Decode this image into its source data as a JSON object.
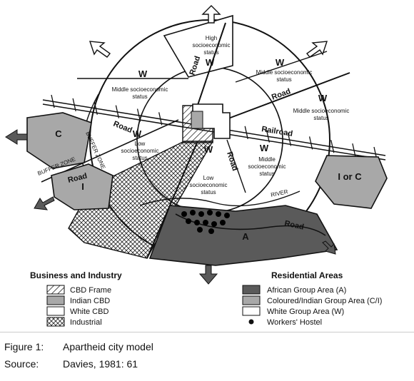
{
  "figure": {
    "caption_label": "Figure 1:",
    "caption_text": "Apartheid city model",
    "source_label": "Source:",
    "source_text": "Davies, 1981: 61"
  },
  "map": {
    "zones": {
      "w_north": "W",
      "w_north_status": "High socioeconomic status",
      "w_northeast": "W",
      "w_northeast_status": "Middle socioeconomic status",
      "w_east": "W",
      "w_east_status": "Middle socioeconomic status",
      "w_northwest": "W",
      "w_northwest_status": "Middle socioeconomic status",
      "w_west": "W",
      "w_west_status": "Low socioeconomic status",
      "w_south": "W",
      "w_south_status": "Low socioeconomic status",
      "w_southeast": "W",
      "w_southeast_status": "Middle socioeconomic status",
      "c_left": "C",
      "i_left": "I",
      "i_or_c": "I or C",
      "a_zone": "A"
    },
    "labels": {
      "road_north": "Road",
      "road_east": "Road",
      "road_west": "Road",
      "road_southwest": "Road",
      "road_south": "Road",
      "road_southeast": "Road",
      "railroad": "Railroad",
      "river": "RIVER",
      "buffer_zone_1": "BUFFER ZONE",
      "buffer_zone_2": "BUFFER ZONE"
    }
  },
  "legend": {
    "business_title": "Business and Industry",
    "business_items": [
      "CBD Frame",
      "Indian CBD",
      "White CBD",
      "Industrial"
    ],
    "residential_title": "Residential Areas",
    "residential_items": [
      "African Group Area (A)",
      "Coloured/Indian Group Area (C/I)",
      "White Group Area (W)",
      "Workers' Hostel"
    ]
  },
  "colors": {
    "african_area": "#5a5a5a",
    "coloured_indian_area": "#a8a8a8",
    "white_area": "#ffffff",
    "outline": "#111111"
  }
}
